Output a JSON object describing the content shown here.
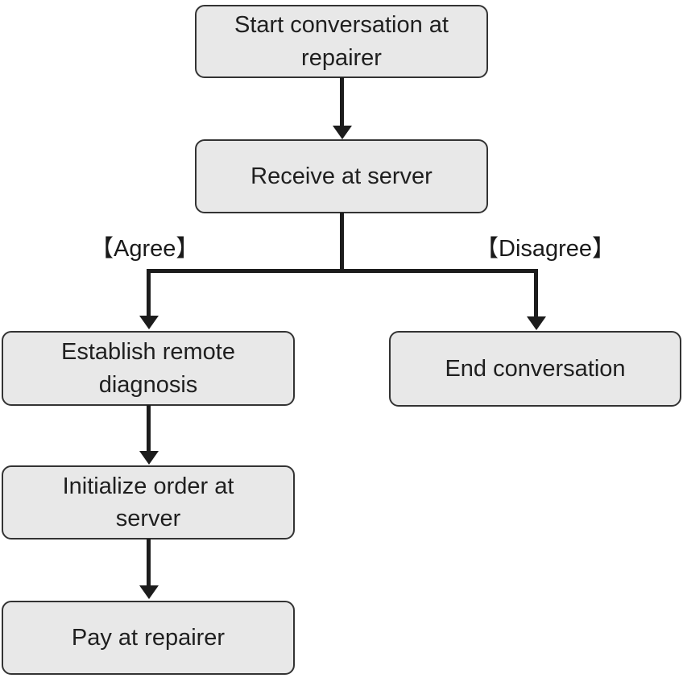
{
  "diagram": {
    "type": "flowchart",
    "background": "#ffffff",
    "colors": {
      "node_fill": "#e8e8e8",
      "node_border": "#333333",
      "connector": "#1c1c1c",
      "text": "#1f1f1f"
    },
    "nodes": {
      "start": {
        "label": "Start conversation at repairer"
      },
      "receive": {
        "label": "Receive at server"
      },
      "establish": {
        "label": "Establish remote diagnosis"
      },
      "end": {
        "label": "End conversation"
      },
      "initialize": {
        "label": "Initialize order at server"
      },
      "pay": {
        "label": "Pay at repairer"
      }
    },
    "branch_labels": {
      "agree": "【Agree】",
      "disagree": "【Disagree】"
    },
    "edges": [
      {
        "from": "start",
        "to": "receive"
      },
      {
        "from": "receive",
        "to": "establish",
        "condition": "Agree"
      },
      {
        "from": "receive",
        "to": "end",
        "condition": "Disagree"
      },
      {
        "from": "establish",
        "to": "initialize"
      },
      {
        "from": "initialize",
        "to": "pay"
      }
    ]
  }
}
